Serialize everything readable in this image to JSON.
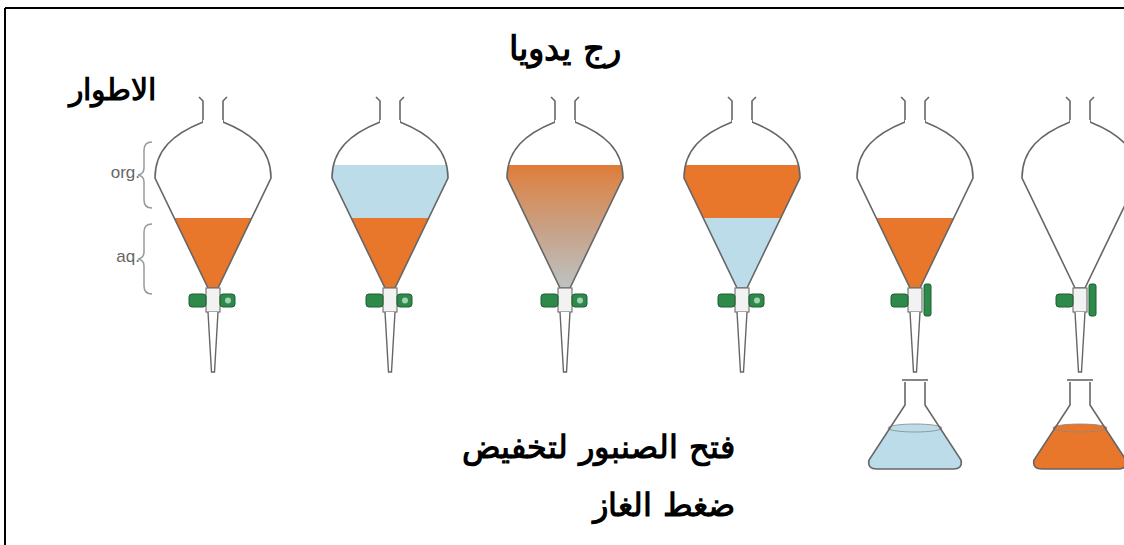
{
  "diagram": {
    "labels": [
      "رج يدويا",
      "الاطوار",
      "org.",
      "aq.",
      "فتح الصنبور لتخفيض ضغط الغاز"
    ]
  }
}
